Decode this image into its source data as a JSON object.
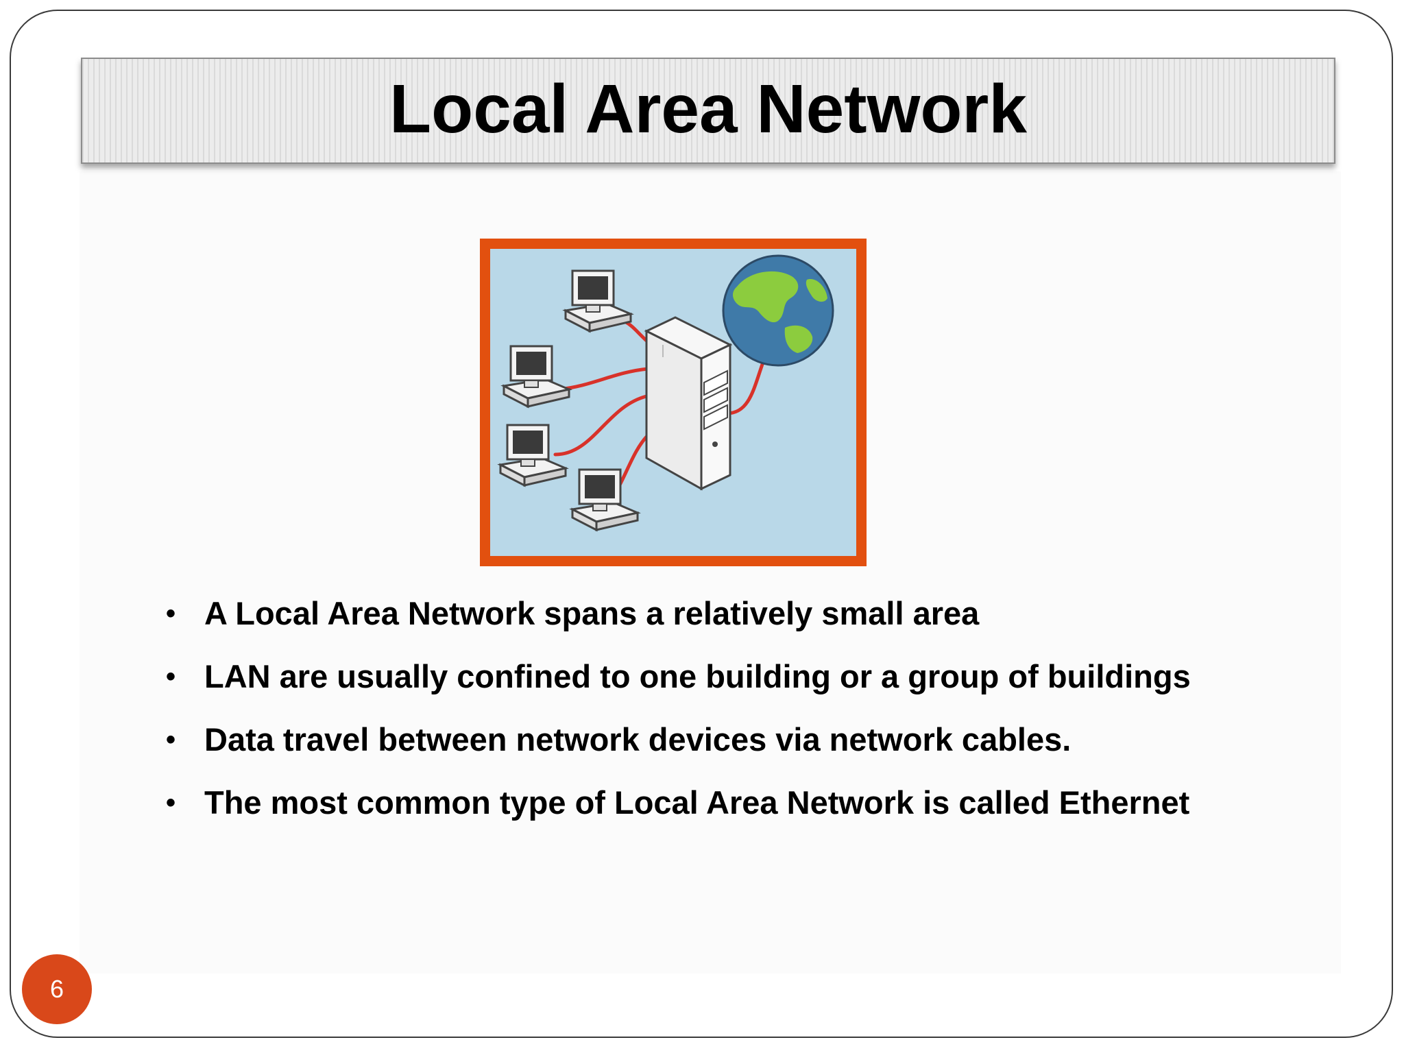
{
  "slide": {
    "title": "Local Area Network",
    "page_number": "6",
    "bullets": [
      "A Local Area Network spans a relatively small area",
      "LAN are usually confined to one building or a group of buildings",
      "Data travel between network devices via network cables.",
      "The most common type of Local Area Network is called Ethernet"
    ],
    "bullet_glyph": "•"
  },
  "illustration": {
    "icons": [
      "computer-icon",
      "server-tower-icon",
      "globe-icon",
      "network-cable-icon"
    ]
  },
  "colors": {
    "accent": "#e2500f",
    "badge": "#d9481a",
    "illustration_bg": "#b9d8e8",
    "cable": "#d8322a",
    "globe_ocean": "#3f7aa8",
    "globe_land": "#8ccc3e"
  }
}
